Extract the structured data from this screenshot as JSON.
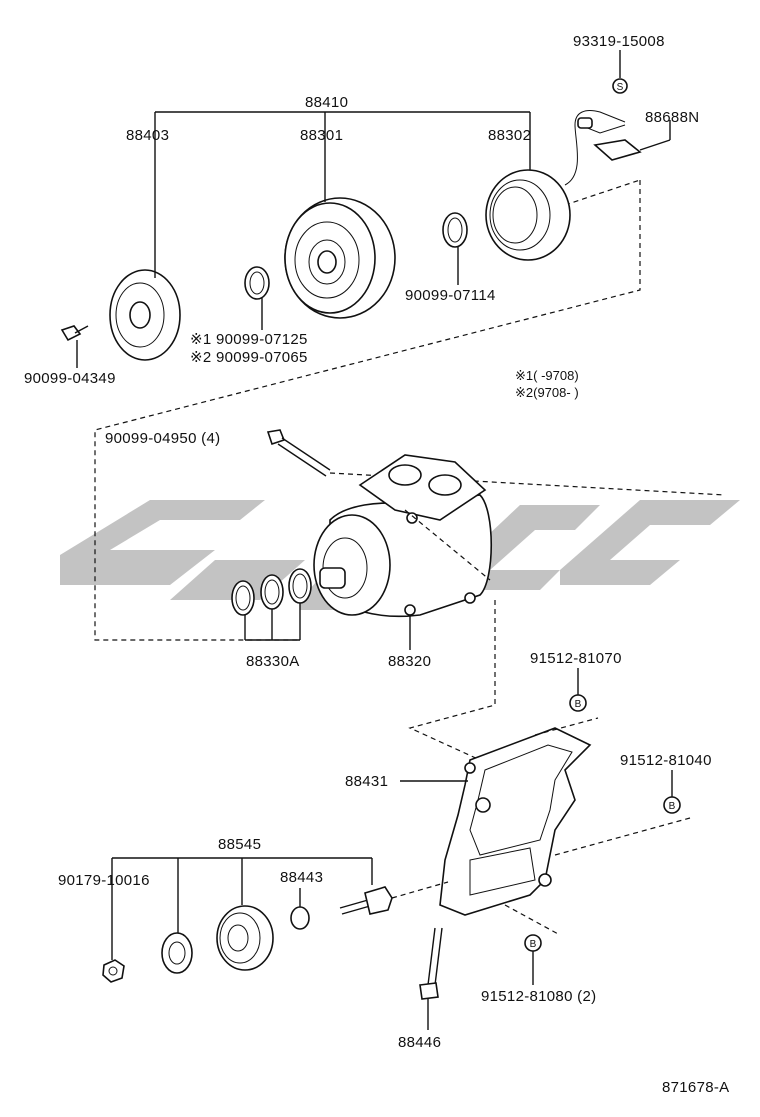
{
  "diagram": {
    "watermark_color": "#b8b8b8",
    "line_color": "#111111",
    "labels": {
      "p93319_15008": "93319-15008",
      "p88688N": "88688N",
      "p88410": "88410",
      "p88403": "88403",
      "p88301": "88301",
      "p88302": "88302",
      "p90099_07114": "90099-07114",
      "p90099_07125": "※1 90099-07125",
      "p90099_07065": "※2 90099-07065",
      "p90099_04349": "90099-04349",
      "note1": "※1(      -9708)",
      "note2": "※2(9708-        )",
      "p90099_04950": "90099-04950 (4)",
      "p88330A": "88330A",
      "p88320": "88320",
      "p91512_81070": "91512-81070",
      "p91512_81040": "91512-81040",
      "p88431": "88431",
      "p88545": "88545",
      "p90179_10016": "90179-10016",
      "p88443": "88443",
      "p91512_81080": "91512-81080 (2)",
      "p88446": "88446",
      "fig_code": "871678-A"
    },
    "symbols": {
      "s": "S",
      "b1": "B",
      "b2": "B",
      "b3": "B"
    }
  }
}
